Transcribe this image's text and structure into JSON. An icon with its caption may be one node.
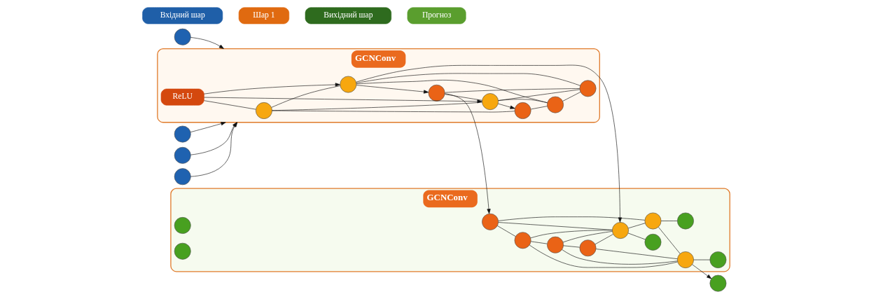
{
  "diagram": {
    "nodes": [
      {
        "text": [],
        "shape": "circle"
      },
      {
        "text": [],
        "shape": "circle"
      },
      {
        "text": [],
        "shape": "circle"
      },
      {
        "text": [],
        "shape": "circle"
      },
      {
        "text": [
          "GCNConv"
        ]
      },
      {
        "text": [],
        "shape": "circle",
        "in": 4
      },
      {
        "text": [],
        "shape": "circle",
        "in": 4
      },
      {
        "text": [],
        "shape": "circle",
        "in": 4
      },
      {
        "text": [],
        "shape": "circle",
        "in": 4
      },
      {
        "text": [],
        "shape": "circle",
        "in": 4
      },
      {
        "text": [],
        "shape": "circle",
        "in": 4
      },
      {
        "text": [],
        "shape": "circle",
        "in": 4
      },
      {
        "text": [
          "ReLU"
        ],
        "in": 4
      },
      {
        "text": [
          "GCNConv"
        ]
      },
      {
        "text": [],
        "shape": "circle",
        "in": 13
      },
      {
        "text": [],
        "shape": "circle",
        "in": 13
      },
      {
        "text": [],
        "shape": "circle",
        "in": 13
      },
      {
        "text": [],
        "shape": "circle",
        "in": 13
      },
      {
        "text": [],
        "shape": "circle",
        "in": 13
      },
      {
        "text": [],
        "shape": "circle",
        "in": 13
      },
      {
        "text": [],
        "shape": "circle",
        "in": 13
      },
      {
        "text": [],
        "shape": "circle",
        "in": 13
      },
      {
        "text": [],
        "shape": "circle",
        "in": 13
      },
      {
        "text": [],
        "shape": "circle",
        "in": 13
      },
      {
        "text": [],
        "shape": "circle",
        "in": 13
      },
      {
        "text": [],
        "shape": "circle",
        "in": 13
      },
      {
        "text": [],
        "shape": "circle"
      },
      {
        "text": [
          "Вхідний шар"
        ]
      },
      {
        "text": [
          "Шар 1"
        ]
      },
      {
        "text": [
          "Вихідний шар"
        ]
      },
      {
        "text": [
          "Прогноз"
        ]
      }
    ],
    "edges": [
      {
        "from": 0,
        "to": 4,
        "arrow": "to"
      },
      {
        "from": 1,
        "to": 4,
        "arrow": "to"
      },
      {
        "from": 2,
        "to": 4,
        "arrow": "to"
      },
      {
        "from": 3,
        "to": 4,
        "arrow": "to"
      },
      {
        "from": 5,
        "to": 6,
        "arrow": "none"
      },
      {
        "from": 6,
        "to": 7,
        "arrow": "none"
      },
      {
        "from": 7,
        "to": 8,
        "arrow": "none"
      },
      {
        "from": 9,
        "to": 5,
        "arrow": "to"
      },
      {
        "from": 5,
        "to": 10,
        "arrow": "none"
      },
      {
        "from": 6,
        "to": 9,
        "arrow": "none"
      },
      {
        "from": 6,
        "to": 11,
        "arrow": "none"
      },
      {
        "from": 7,
        "to": 9,
        "arrow": "none"
      },
      {
        "from": 7,
        "to": 11,
        "arrow": "none"
      },
      {
        "from": 8,
        "to": 9,
        "arrow": "none"
      },
      {
        "from": 11,
        "to": 8,
        "arrow": "to"
      },
      {
        "from": 9,
        "to": 10,
        "arrow": "none"
      },
      {
        "from": 10,
        "to": 11,
        "arrow": "none"
      },
      {
        "from": 12,
        "to": 9,
        "arrow": "to"
      },
      {
        "from": 12,
        "to": 10,
        "arrow": "none"
      },
      {
        "from": 12,
        "to": 11,
        "arrow": "to"
      },
      {
        "from": 8,
        "to": 14,
        "arrow": "to"
      },
      {
        "from": 11,
        "to": 18,
        "arrow": "to"
      },
      {
        "from": 14,
        "to": 15,
        "arrow": "none"
      },
      {
        "from": 15,
        "to": 16,
        "arrow": "none"
      },
      {
        "from": 16,
        "to": 17,
        "arrow": "none"
      },
      {
        "from": 14,
        "to": 18,
        "arrow": "none"
      },
      {
        "from": 14,
        "to": 19,
        "arrow": "none"
      },
      {
        "from": 15,
        "to": 18,
        "arrow": "none"
      },
      {
        "from": 15,
        "to": 20,
        "arrow": "none"
      },
      {
        "from": 16,
        "to": 18,
        "arrow": "none"
      },
      {
        "from": 16,
        "to": 20,
        "arrow": "none"
      },
      {
        "from": 17,
        "to": 18,
        "arrow": "none"
      },
      {
        "from": 17,
        "to": 20,
        "arrow": "none"
      },
      {
        "from": 18,
        "to": 19,
        "arrow": "none"
      },
      {
        "from": 19,
        "to": 20,
        "arrow": "none"
      },
      {
        "from": 18,
        "to": 22,
        "arrow": "none"
      },
      {
        "from": 19,
        "to": 23,
        "arrow": "none"
      },
      {
        "from": 20,
        "to": 24,
        "arrow": "none"
      },
      {
        "from": 20,
        "to": 26,
        "arrow": "to"
      }
    ]
  }
}
